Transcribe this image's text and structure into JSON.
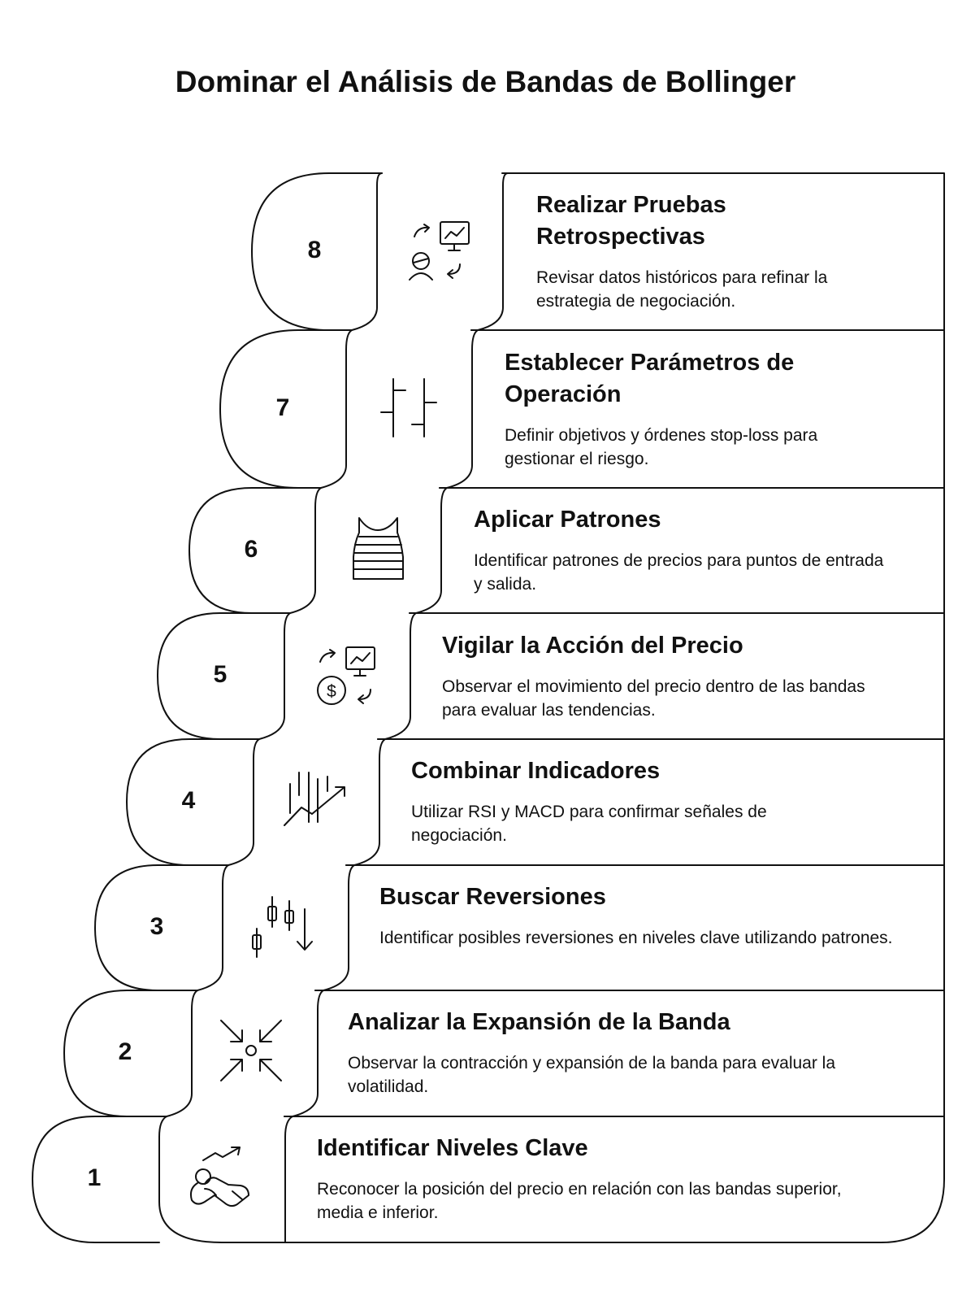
{
  "title": "Dominar el Análisis de Bandas de Bollinger",
  "steps": [
    {
      "number": "1",
      "title": "Identificar Niveles Clave",
      "description": "Reconocer la posición del precio en relación con las bandas superior, media e inferior.",
      "icon": "person-trend-icon"
    },
    {
      "number": "2",
      "title": "Analizar la Expansión de la Banda",
      "description": "Observar la contracción y expansión de la banda para evaluar la volatilidad.",
      "icon": "compress-arrows-icon"
    },
    {
      "number": "3",
      "title": "Buscar Reversiones",
      "description": "Identificar posibles reversiones en niveles clave utilizando patrones.",
      "icon": "candlestick-down-icon"
    },
    {
      "number": "4",
      "title": "Combinar Indicadores",
      "description": "Utilizar RSI y MACD para confirmar señales de negociación.",
      "icon": "trend-bars-icon"
    },
    {
      "number": "5",
      "title": "Vigilar la Acción del Precio",
      "description": "Observar el movimiento del precio dentro de las bandas para evaluar las tendencias.",
      "icon": "dollar-chart-icon"
    },
    {
      "number": "6",
      "title": "Aplicar Patrones",
      "description": "Identificar patrones de precios para puntos de entrada y salida.",
      "icon": "vest-icon"
    },
    {
      "number": "7",
      "title": "Establecer Parámetros de Operación",
      "description": "Definir objetivos y órdenes stop-loss para gestionar el riesgo.",
      "icon": "ohlc-bars-icon"
    },
    {
      "number": "8",
      "title": "Realizar Pruebas Retrospectivas",
      "description": "Revisar datos históricos para refinar la estrategia de negociación.",
      "icon": "person-chart-icon"
    }
  ]
}
